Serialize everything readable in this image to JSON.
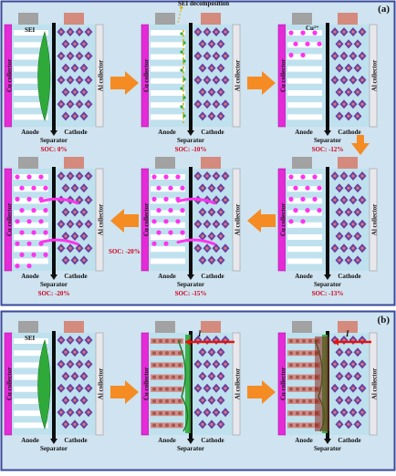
{
  "panels": [
    {
      "label": "(a)"
    },
    {
      "label": "(b)"
    }
  ],
  "labels": {
    "cu_collector": "Cu collector",
    "al_collector": "Al collector",
    "anode": "Anode",
    "cathode": "Cathode",
    "separator": "Separator",
    "sei": "SEI",
    "sei_decomposition": "SEI decomposition",
    "cu_ion": "Cu²⁺",
    "current": "I"
  },
  "soc": [
    "SOC: 0%",
    "SOC: -10%",
    "SOC: -12%",
    "SOC: -13%",
    "SOC: -15%",
    "SOC: -20%",
    "SOC: -20%"
  ],
  "colors": {
    "panel_bg": "#cfe3f0",
    "panel_border": "#3a4a9a",
    "cu_collector": "#e32bd6",
    "cu_collector_dark": "#b415a8",
    "al_collector": "#e8e8ec",
    "electrode_bg": "#bfe1ee",
    "anode_stripe": "#ffffff",
    "separator": "#0c0c0c",
    "cathode_diamond": "#6b3fa0",
    "particle": "#d67b77",
    "sei": "#2faa3a",
    "cu_ion": "#ff33ee",
    "arrow": "#f58b23",
    "soc_text": "#d0021b",
    "tab_anode": "#a2a2a2",
    "tab_cathode": "#d48a7d",
    "current": "#e3150c"
  }
}
